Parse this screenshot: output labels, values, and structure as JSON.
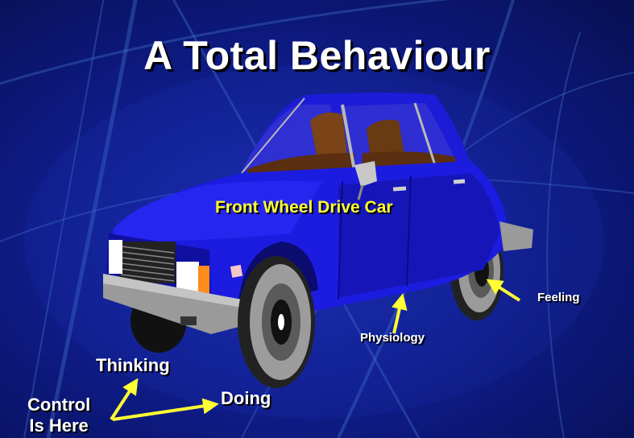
{
  "slide": {
    "title": "A Total Behaviour",
    "car_label": "Front Wheel Drive Car",
    "labels": {
      "feeling": "Feeling",
      "physiology": "Physiology",
      "thinking": "Thinking",
      "doing": "Doing",
      "control_line1": "Control",
      "control_line2": "Is Here"
    }
  },
  "colors": {
    "background": "#0f1d8c",
    "car_body": "#1a1ae0",
    "arrow": "#ffff33",
    "title": "#ffffff",
    "car_label": "#ffff33"
  },
  "icons": {
    "car": "car-illustration",
    "arrow": "arrow-icon"
  }
}
